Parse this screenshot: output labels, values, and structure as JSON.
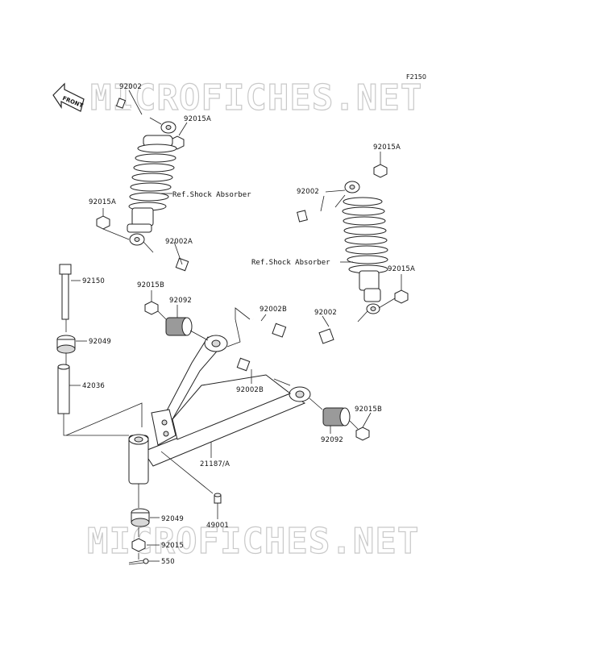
{
  "diagram_code": "F2150",
  "watermark": "MICROFICHES.NET",
  "front_label": "FRONT",
  "labels": {
    "b1": "92002",
    "b2": "92015A",
    "b3": "92015A",
    "b4": "92002A",
    "b5": "92015A",
    "b6": "92002",
    "b7": "92015A",
    "b8": "92002",
    "b9": "92150",
    "b10": "92015B",
    "b11": "92092",
    "b12": "92002B",
    "b13": "92049",
    "b14": "42036",
    "b15": "92002B",
    "b16": "92015B",
    "b17": "92092",
    "b18": "21187/A",
    "b19": "49001",
    "b20": "92049",
    "b21": "92015",
    "b22": "550"
  },
  "ref_left": "Ref.Shock Absorber",
  "ref_right": "Ref.Shock Absorber"
}
